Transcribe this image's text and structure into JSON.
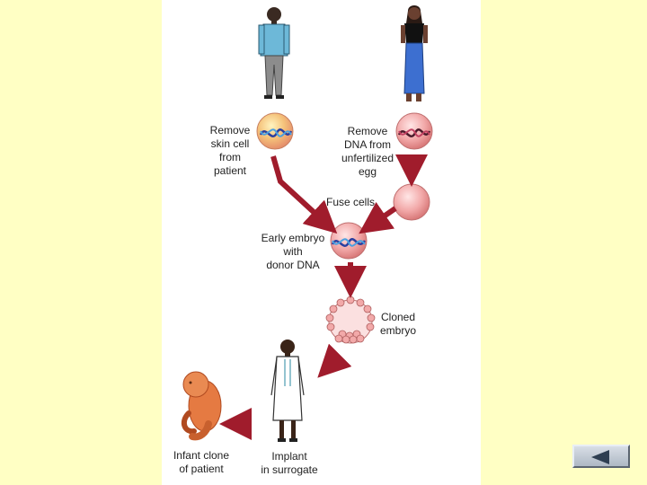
{
  "diagram": {
    "labels": {
      "remove_skin_cell": "Remove\nskin cell\nfrom\npatient",
      "remove_dna": "Remove\nDNA from\nunfertilized\negg",
      "fuse_cells": "Fuse cells",
      "early_embryo": "Early embryo\nwith\ndonor DNA",
      "cloned_embryo": "Cloned\nembryo",
      "infant_clone": "Infant clone\nof patient",
      "implant": "Implant\nin surrogate"
    },
    "colors": {
      "arrow": "#a01c2c",
      "cell": "#f4b4b4",
      "slide_bg": "#ffffc4"
    }
  },
  "nav": {
    "back_icon": "left-triangle-icon"
  }
}
